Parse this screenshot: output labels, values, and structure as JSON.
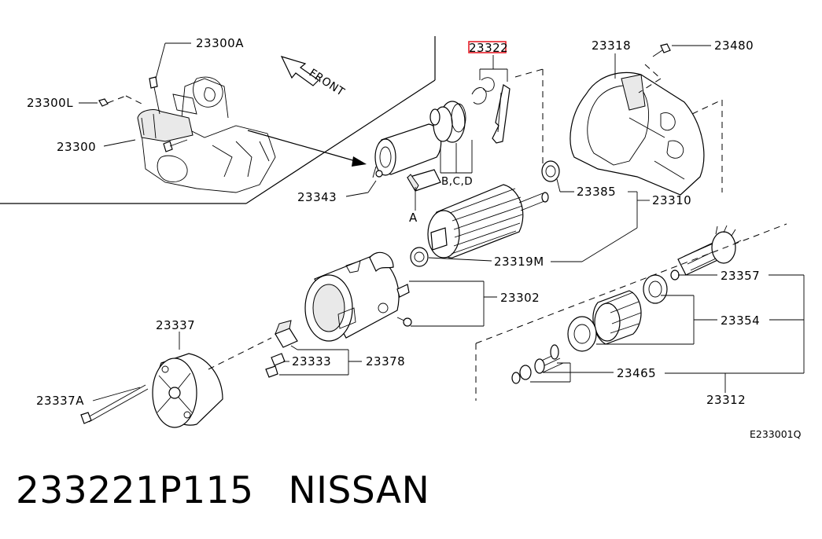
{
  "parts": {
    "p23300A": "23300A",
    "p23300L": "23300L",
    "p23300": "23300",
    "p23343": "23343",
    "pA": "A",
    "pBCD": "B,C,D",
    "p23322": "23322",
    "p23318": "23318",
    "p23480": "23480",
    "p23385": "23385",
    "p23310": "23310",
    "p23319M": "23319M",
    "p23302": "23302",
    "p23357": "23357",
    "p23354": "23354",
    "p23337": "23337",
    "p23337A": "23337A",
    "p23333": "23333",
    "p23378": "23378",
    "p23465": "23465",
    "p23312": "23312"
  },
  "front_label": "FRONT",
  "figure_code": "E233001Q",
  "footer": {
    "part_number": "233221P115",
    "brand": "NISSAN"
  },
  "highlight_color": "#e8202a"
}
